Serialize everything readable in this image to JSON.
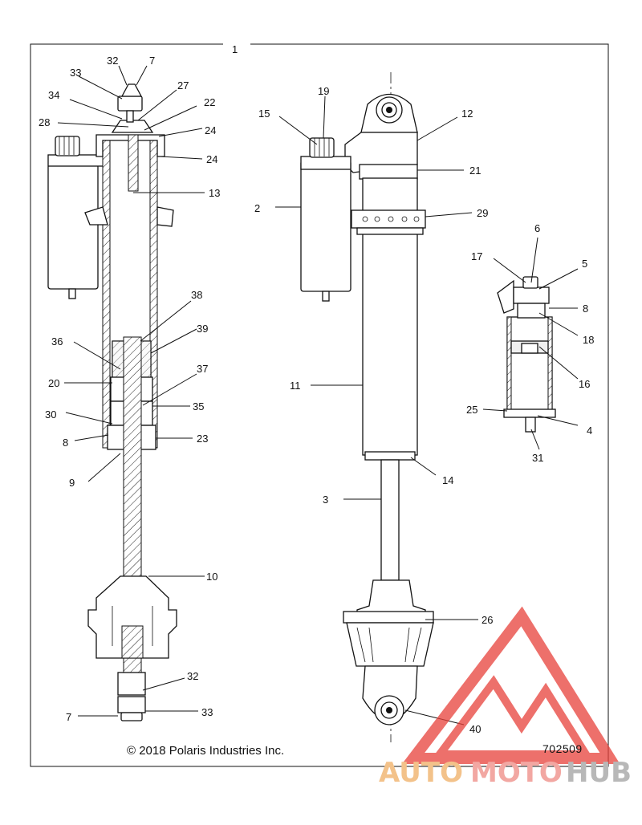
{
  "diagram": {
    "copyright": "© 2018 Polaris Industries Inc.",
    "part_number": "702509",
    "watermark": {
      "words": [
        "AUTO",
        "MOTO",
        "HUB"
      ],
      "colors": [
        "#f3c28a",
        "#f2a7a2",
        "#b8b8b8"
      ],
      "logo_color": "#e8413a"
    },
    "callouts": [
      {
        "id": "c1",
        "text": "1"
      },
      {
        "id": "c2",
        "text": "2"
      },
      {
        "id": "c3",
        "text": "3"
      },
      {
        "id": "c4",
        "text": "4"
      },
      {
        "id": "c5",
        "text": "5"
      },
      {
        "id": "c6",
        "text": "6"
      },
      {
        "id": "c7a",
        "text": "7"
      },
      {
        "id": "c7b",
        "text": "7"
      },
      {
        "id": "c8a",
        "text": "8"
      },
      {
        "id": "c8b",
        "text": "8"
      },
      {
        "id": "c9",
        "text": "9"
      },
      {
        "id": "c10",
        "text": "10"
      },
      {
        "id": "c11",
        "text": "11"
      },
      {
        "id": "c12",
        "text": "12"
      },
      {
        "id": "c13",
        "text": "13"
      },
      {
        "id": "c14",
        "text": "14"
      },
      {
        "id": "c15",
        "text": "15"
      },
      {
        "id": "c16",
        "text": "16"
      },
      {
        "id": "c17",
        "text": "17"
      },
      {
        "id": "c18",
        "text": "18"
      },
      {
        "id": "c19",
        "text": "19"
      },
      {
        "id": "c20",
        "text": "20"
      },
      {
        "id": "c21",
        "text": "21"
      },
      {
        "id": "c22",
        "text": "22"
      },
      {
        "id": "c23",
        "text": "23"
      },
      {
        "id": "c24a",
        "text": "24"
      },
      {
        "id": "c24b",
        "text": "24"
      },
      {
        "id": "c25",
        "text": "25"
      },
      {
        "id": "c26",
        "text": "26"
      },
      {
        "id": "c27",
        "text": "27"
      },
      {
        "id": "c28",
        "text": "28"
      },
      {
        "id": "c29",
        "text": "29"
      },
      {
        "id": "c30",
        "text": "30"
      },
      {
        "id": "c31",
        "text": "31"
      },
      {
        "id": "c32a",
        "text": "32"
      },
      {
        "id": "c32b",
        "text": "32"
      },
      {
        "id": "c33a",
        "text": "33"
      },
      {
        "id": "c33b",
        "text": "33"
      },
      {
        "id": "c34",
        "text": "34"
      },
      {
        "id": "c35",
        "text": "35"
      },
      {
        "id": "c36",
        "text": "36"
      },
      {
        "id": "c37",
        "text": "37"
      },
      {
        "id": "c38",
        "text": "38"
      },
      {
        "id": "c39",
        "text": "39"
      },
      {
        "id": "c40",
        "text": "40"
      }
    ]
  }
}
